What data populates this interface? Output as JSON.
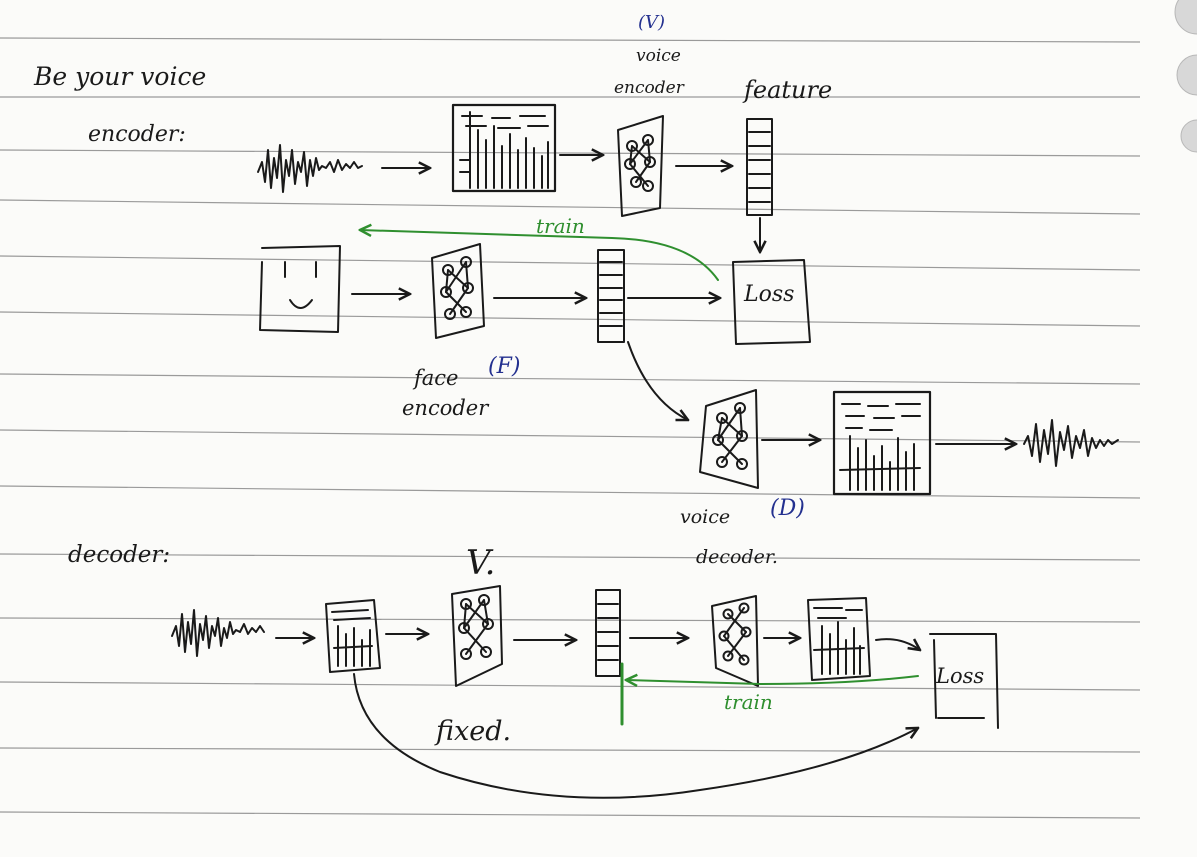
{
  "headings": {
    "be_your_voice": "Be your voice",
    "encoder": "encoder:",
    "decoder": "decoder:"
  },
  "labels": {
    "v_tag": "(V)",
    "voice_encoder_1": "voice",
    "voice_encoder_2": "encoder",
    "feature": "feature",
    "loss_top": "Loss",
    "train_top": "train",
    "face_encoder_1": "face",
    "face_encoder_2": "encoder",
    "f_tag": "(F)",
    "voice_decoder_1": "voice",
    "voice_decoder_2": "decoder.",
    "d_tag": "(D)",
    "v_fixed_mark": "V.",
    "fixed": "fixed.",
    "loss_bottom": "Loss",
    "train_bottom": "train"
  },
  "colors": {
    "ink": "#1a1a1a",
    "blue_ink": "#23308f",
    "green_ink": "#2f8f2f",
    "rule_lines": "#9a9a9a",
    "paper": "#fbfbf9"
  }
}
